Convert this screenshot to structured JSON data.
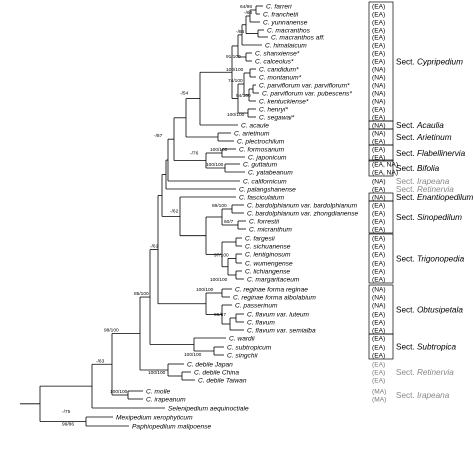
{
  "taxa": [
    {
      "name": "C. farreri",
      "region": "(EA)"
    },
    {
      "name": "C. franchetii",
      "region": "(EA)"
    },
    {
      "name": "C. yunnanense",
      "region": "(EA)"
    },
    {
      "name": "C. macranthos",
      "region": "(EA)"
    },
    {
      "name": "C. macranthos aff.",
      "region": "(EA)"
    },
    {
      "name": "C. himalaicum",
      "region": "(EA)"
    },
    {
      "name": "C. shanxiense*",
      "region": "(EA)"
    },
    {
      "name": "C. calceolus*",
      "region": "(EA)"
    },
    {
      "name": "C. candidum*",
      "region": "(NA)"
    },
    {
      "name": "C. montanum*",
      "region": "(NA)"
    },
    {
      "name": "C. parviflorum var. parviflorum*",
      "region": "(NA)"
    },
    {
      "name": "C. parviflorum var. pubescens*",
      "region": "(NA)"
    },
    {
      "name": "C. kentuckiense*",
      "region": "(NA)"
    },
    {
      "name": "C. henryi*",
      "region": "(EA)"
    },
    {
      "name": "C. segawai*",
      "region": "(EA)"
    },
    {
      "name": "C. acaule",
      "region": "(NA)"
    },
    {
      "name": "C. arietinum",
      "region": "(NA)"
    },
    {
      "name": "C. plectrochilum",
      "region": "(EA)"
    },
    {
      "name": "C. formosanum",
      "region": "(EA)"
    },
    {
      "name": "C. japonicum",
      "region": "(EA)"
    },
    {
      "name": "C. guttatum",
      "region": "(EA, NA)"
    },
    {
      "name": "C. yatabeanum",
      "region": "(EA, NA)"
    },
    {
      "name": "C. californicum",
      "region": "(NA)"
    },
    {
      "name": "C. palangshanense",
      "region": "(EA)"
    },
    {
      "name": "C. fasciculatum",
      "region": "(NA)"
    },
    {
      "name": "C. bardolphianum var. bardolphianum",
      "region": "(EA)"
    },
    {
      "name": "C. bardolphianum var. zhongdianense",
      "region": "(EA)"
    },
    {
      "name": "C. forrestii",
      "region": "(EA)"
    },
    {
      "name": "C. micranthum",
      "region": "(EA)"
    },
    {
      "name": "C. fargesii",
      "region": "(EA)"
    },
    {
      "name": "C. sichuanense",
      "region": "(EA)"
    },
    {
      "name": "C. lentiginosum",
      "region": "(EA)"
    },
    {
      "name": "C. wumengense",
      "region": "(EA)"
    },
    {
      "name": "C. lichiangense",
      "region": "(EA)"
    },
    {
      "name": "C. margaritaceum",
      "region": "(EA)"
    },
    {
      "name": "C. reginae forma reginae",
      "region": "(NA)"
    },
    {
      "name": "C. reginae forma albolabium",
      "region": "(NA)"
    },
    {
      "name": "C. passerinum",
      "region": "(NA)"
    },
    {
      "name": "C. flavum var. luteum",
      "region": "(EA)"
    },
    {
      "name": "C. flavum",
      "region": "(EA)"
    },
    {
      "name": "C. flavum var. semialba",
      "region": "(EA)"
    },
    {
      "name": "C. wardii",
      "region": "(EA)"
    },
    {
      "name": "C. subtropicum",
      "region": "(EA)"
    },
    {
      "name": "C. singchii",
      "region": "(EA)"
    },
    {
      "name": "C. debile Japan",
      "region": "(EA)"
    },
    {
      "name": "C. debile China",
      "region": "(EA)"
    },
    {
      "name": "C. debile Taiwan",
      "region": "(EA)"
    },
    {
      "name": "C. molle",
      "region": "(MA)"
    },
    {
      "name": "C. irapeanum",
      "region": "(MA)"
    },
    {
      "name": "Selenipedium aequinoctiale",
      "region": ""
    },
    {
      "name": "Mexipedium xerophyticum",
      "region": ""
    },
    {
      "name": "Paphiopedilum malipoense",
      "region": ""
    }
  ],
  "sections": [
    {
      "label": "Sect.",
      "name": "Cypripedium",
      "style": "normal"
    },
    {
      "label": "Sect.",
      "name": "Acaulia",
      "style": "normal"
    },
    {
      "label": "Sect.",
      "name": "Arietinum",
      "style": "normal"
    },
    {
      "label": "Sect.",
      "name": "Flabellinervia",
      "style": "normal"
    },
    {
      "label": "Sect.",
      "name": "Bifolia",
      "style": "normal"
    },
    {
      "label": "Sect.",
      "name": "Irapeana",
      "style": "grey"
    },
    {
      "label": "Sect.",
      "name": "Retinervia",
      "style": "grey"
    },
    {
      "label": "Sect.",
      "name": "Enantiopedilum",
      "style": "normal"
    },
    {
      "label": "Sect.",
      "name": "Sinopedilum",
      "style": "normal"
    },
    {
      "label": "Sect.",
      "name": "Trigonopedia",
      "style": "normal"
    },
    {
      "label": "Sect.",
      "name": "Obtusipetala",
      "style": "normal"
    },
    {
      "label": "Sect.",
      "name": "Subtropica",
      "style": "normal"
    },
    {
      "label": "Sect.",
      "name": "Retinervia",
      "style": "grey"
    },
    {
      "label": "Sect.",
      "name": "Irapeana",
      "style": "grey"
    }
  ],
  "support_values": [
    "64/98",
    "-/66",
    "-/86",
    "91/100",
    "100/100",
    "74/100",
    "94/100",
    "100/100",
    "-/54",
    "-/76",
    "100/100",
    "-/87",
    "100/100",
    "89/100",
    "60/7",
    "-/62",
    "97/100",
    "100/100",
    "-/61",
    "100/100",
    "90/57",
    "100/100",
    "85/100",
    "100/100",
    "98/100",
    "-/63",
    "100/100",
    "-/75",
    "99/86"
  ],
  "colors": {
    "line": "#000000",
    "grey_section": "#888888",
    "grey_region": "#777777"
  }
}
